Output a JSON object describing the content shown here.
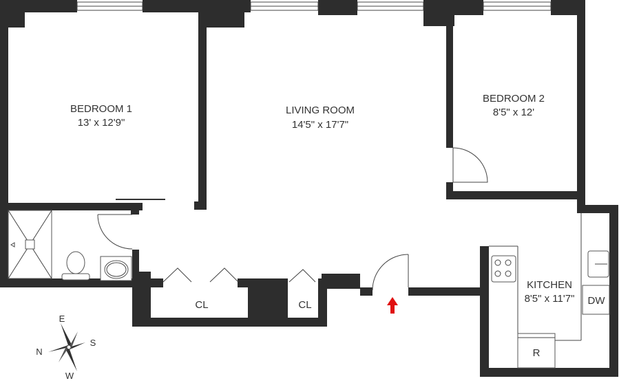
{
  "rooms": {
    "bedroom1": {
      "name": "BEDROOM 1",
      "size": "13' x 12'9\""
    },
    "living_room": {
      "name": "LIVING ROOM",
      "size": "14'5\" x 17'7\""
    },
    "bedroom2": {
      "name": "BEDROOM 2",
      "size": "8'5\" x 12'"
    },
    "kitchen": {
      "name": "KITCHEN",
      "size": "8'5\" x 11'7\""
    }
  },
  "fixtures": {
    "closet1": "CL",
    "closet2": "CL",
    "dishwasher": "DW",
    "refrigerator": "R"
  },
  "compass": {
    "east": "E",
    "south": "S",
    "west": "W",
    "north": "N"
  },
  "colors": {
    "wall": "#2d2d2d",
    "entry_arrow": "#e01010"
  }
}
